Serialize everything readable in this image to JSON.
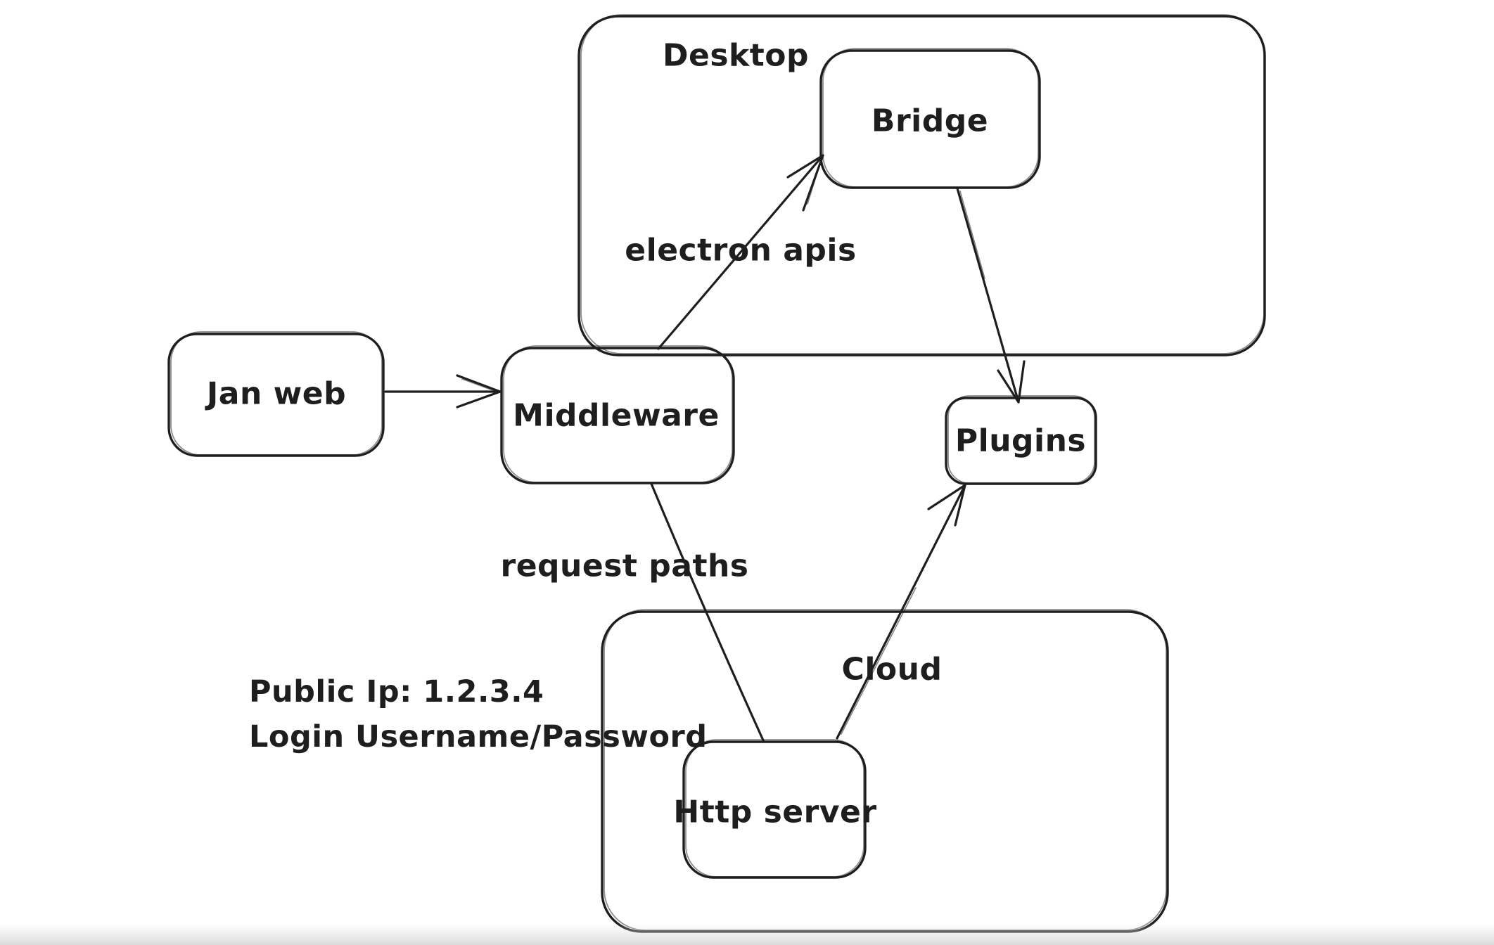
{
  "canvas": {
    "background_color": "#ffffff",
    "stroke_color": "#1e1e1e",
    "bottom_fade_color": "#dcdcdc"
  },
  "containers": {
    "desktop": {
      "label": "Desktop"
    },
    "cloud": {
      "label": "Cloud"
    }
  },
  "nodes": {
    "jan_web": {
      "label": "Jan web"
    },
    "middleware": {
      "label": "Middleware"
    },
    "bridge": {
      "label": "Bridge"
    },
    "plugins": {
      "label": "Plugins"
    },
    "http_server": {
      "label": "Http server"
    }
  },
  "edges": {
    "middleware_to_bridge": {
      "label": "electron apis"
    },
    "middleware_to_http_server": {
      "label": "request paths"
    }
  },
  "annotations": {
    "public_ip": "Public Ip: 1.2.3.4",
    "login": "Login Username/Password"
  }
}
